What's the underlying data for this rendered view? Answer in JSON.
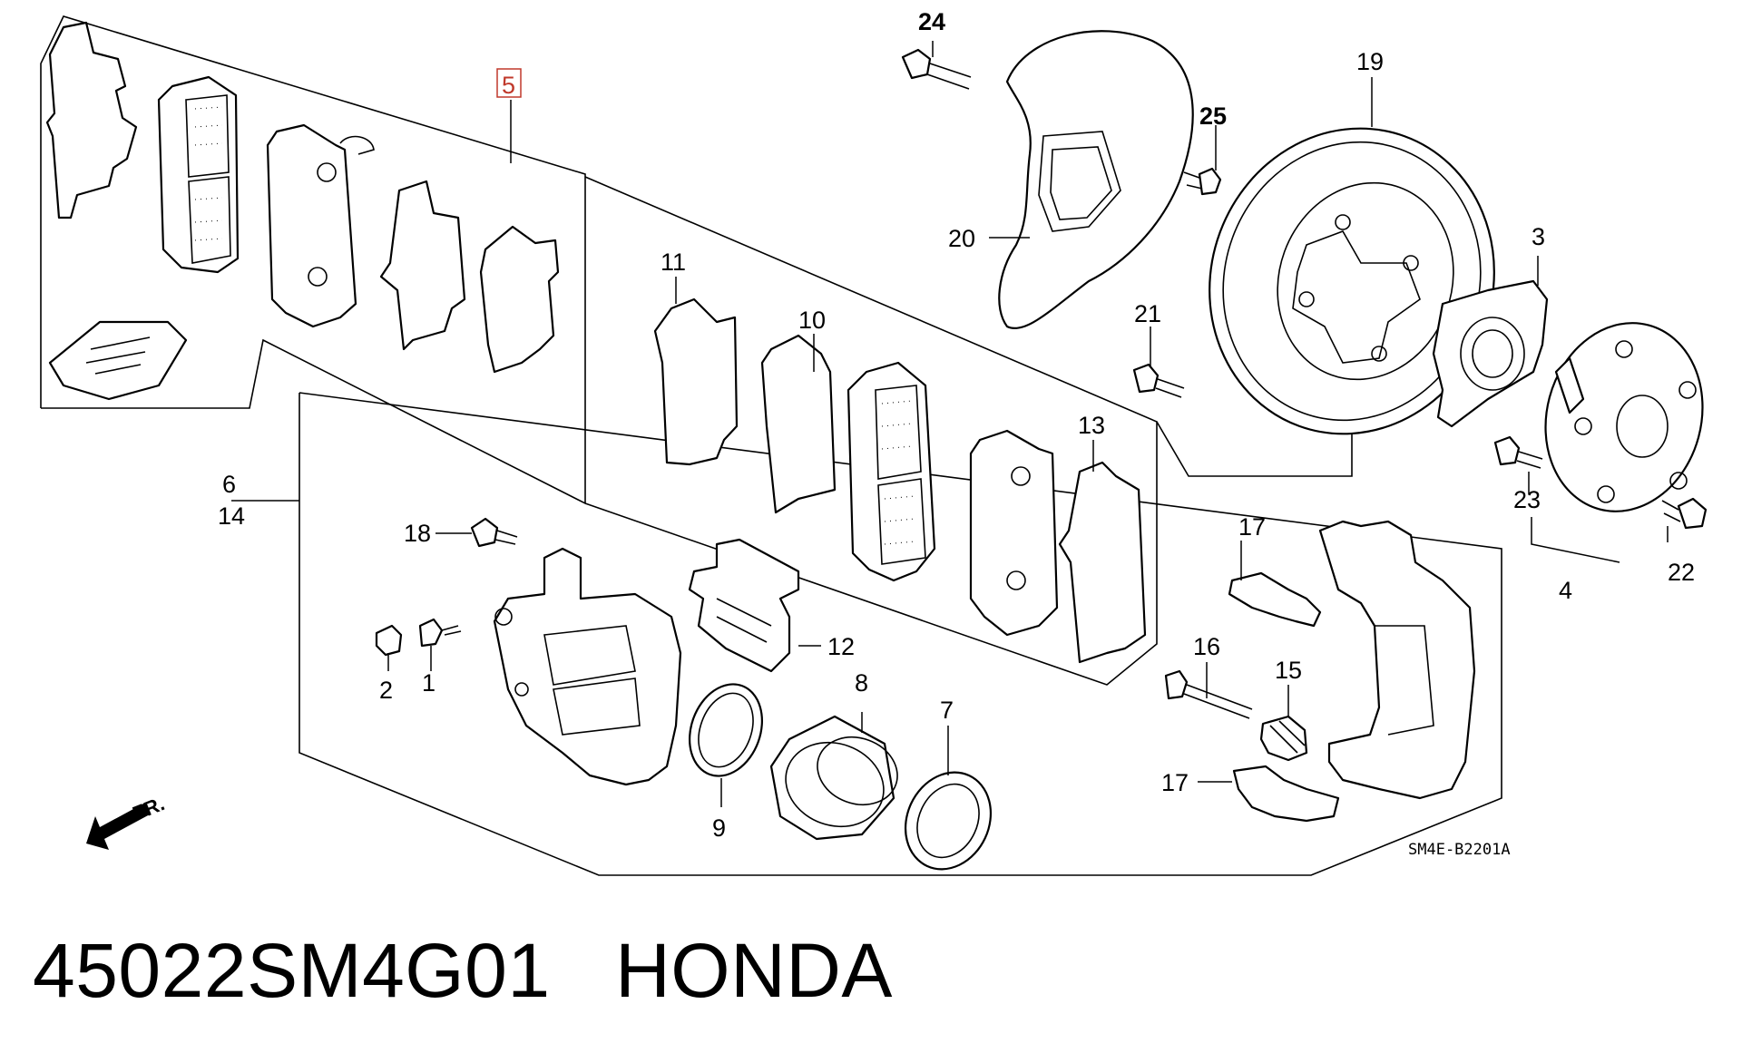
{
  "diagram": {
    "callouts": {
      "c1": "1",
      "c2": "2",
      "c3": "3",
      "c4": "4",
      "c5": "5",
      "c6": "6",
      "c7": "7",
      "c8": "8",
      "c9": "9",
      "c10": "10",
      "c11": "11",
      "c12": "12",
      "c13": "13",
      "c14": "14",
      "c15": "15",
      "c16": "16",
      "c17a": "17",
      "c17b": "17",
      "c18": "18",
      "c19": "19",
      "c20": "20",
      "c21": "21",
      "c22": "22",
      "c23": "23",
      "c24": "24",
      "c25": "25"
    },
    "highlighted_callout": "5",
    "highlight_color": "#c0392b",
    "direction_label": "FR.",
    "drawing_code": "SM4E-B2201A"
  },
  "caption": {
    "part_number": "45022SM4G01",
    "brand": "HONDA"
  }
}
